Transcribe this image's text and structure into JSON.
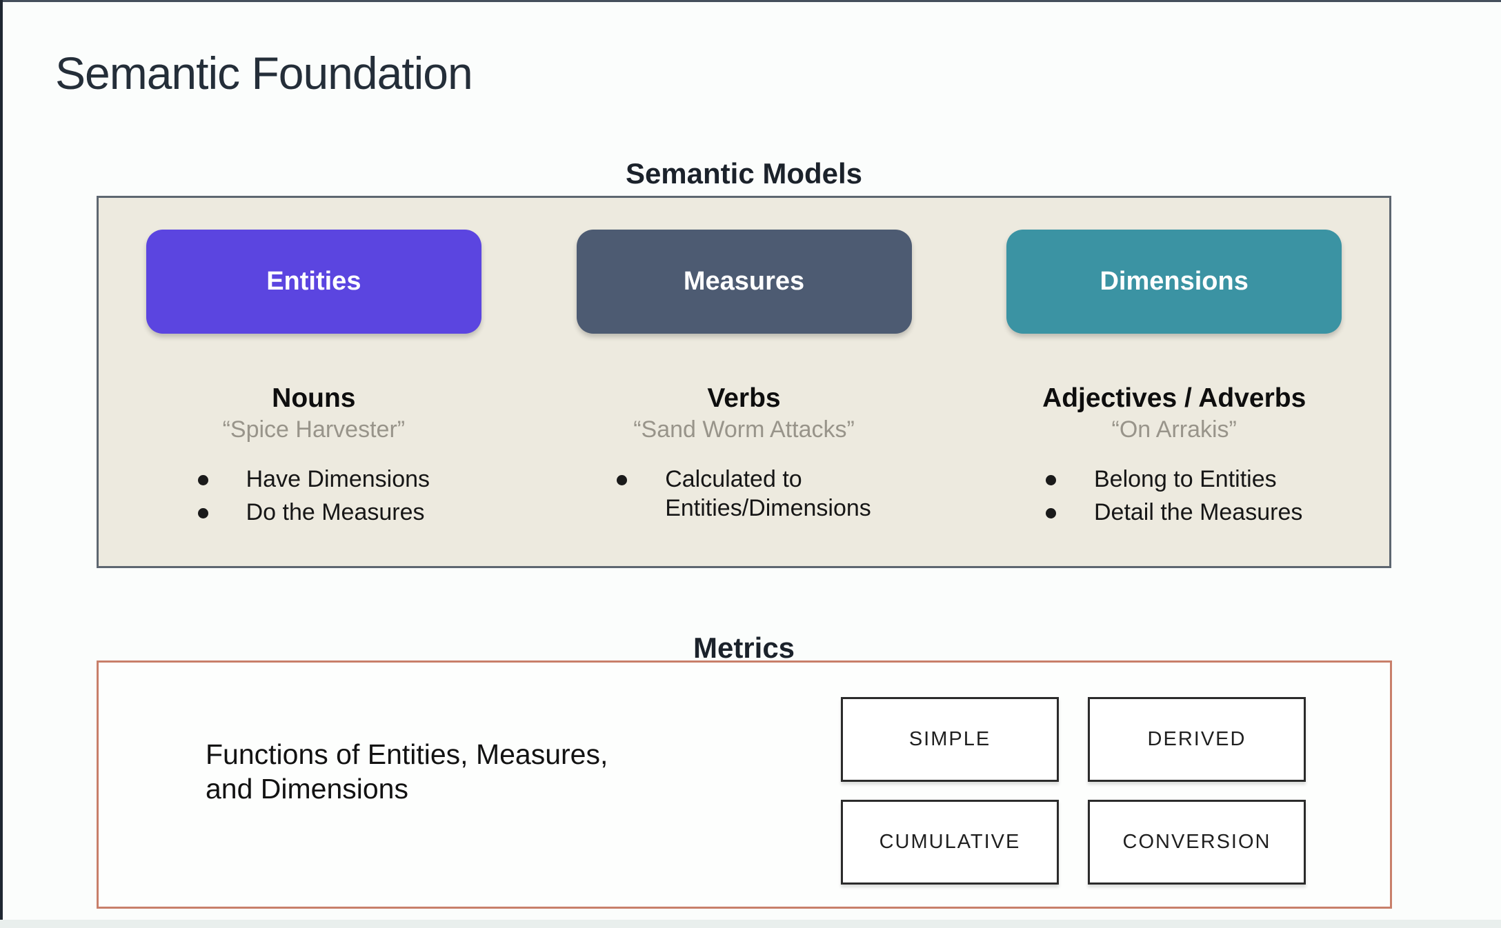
{
  "window": {
    "title": "Semantic Foundation"
  },
  "colors": {
    "entities_button": "#5b45e0",
    "measures_button": "#4d5b72",
    "dimensions_button": "#3b93a3",
    "models_panel_bg": "#edeadf",
    "models_panel_border": "#5d6670",
    "metrics_panel_border": "#c87f6a"
  },
  "semantic_models": {
    "heading": "Semantic Models",
    "columns": [
      {
        "button_label": "Entities",
        "button_color": "#5b45e0",
        "part_of_speech": "Nouns",
        "example_quote": "“Spice Harvester”",
        "bullets": [
          "Have Dimensions",
          "Do the Measures"
        ]
      },
      {
        "button_label": "Measures",
        "button_color": "#4d5b72",
        "part_of_speech": "Verbs",
        "example_quote": "“Sand Worm Attacks”",
        "bullets": [
          "Calculated to\nEntities/Dimensions"
        ]
      },
      {
        "button_label": "Dimensions",
        "button_color": "#3b93a3",
        "part_of_speech": "Adjectives / Adverbs",
        "example_quote": "“On Arrakis”",
        "bullets": [
          "Belong to Entities",
          "Detail the Measures"
        ]
      }
    ]
  },
  "metrics": {
    "heading": "Metrics",
    "description_lines": [
      "Functions of Entities, Measures,",
      "and Dimensions"
    ],
    "types": [
      "SIMPLE",
      "DERIVED",
      "CUMULATIVE",
      "CONVERSION"
    ]
  }
}
